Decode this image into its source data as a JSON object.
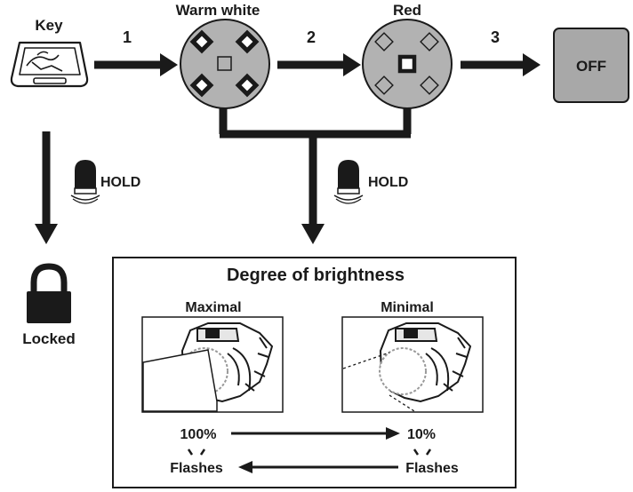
{
  "nodes": {
    "key": {
      "label": "Key"
    },
    "warm_white": {
      "label": "Warm white"
    },
    "red": {
      "label": "Red"
    },
    "off": {
      "label": "OFF"
    },
    "locked": {
      "label": "Locked"
    }
  },
  "steps": {
    "s1": "1",
    "s2": "2",
    "s3": "3"
  },
  "hold": {
    "left": "HOLD",
    "right": "HOLD"
  },
  "brightness": {
    "title": "Degree of brightness",
    "max_label": "Maximal",
    "min_label": "Minimal",
    "max_value": "100%",
    "min_value": "10%",
    "flashes_left": "Flashes",
    "flashes_right": "Flashes"
  },
  "colors": {
    "ink": "#1a1a1a",
    "circle_fill": "#b2b2b2",
    "off_fill": "#a8a8a8"
  },
  "icons": [
    "key-fob-icon",
    "press-button-icon",
    "padlock-icon",
    "headlamp-icon",
    "led-pattern-icon"
  ]
}
